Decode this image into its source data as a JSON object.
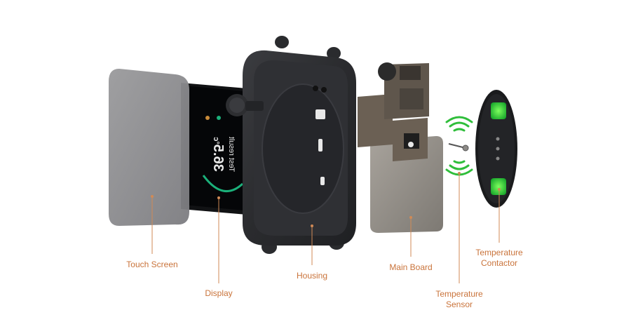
{
  "device": {
    "screen_text": {
      "title": "Test result",
      "value": "36.5",
      "unit": "°c"
    }
  },
  "labels": {
    "touch_screen": "Touch Screen",
    "display": "Display",
    "housing": "Housing",
    "main_board": "Main Board",
    "temperature_sensor": [
      "Temperature",
      "Sensor"
    ],
    "temperature_contactor": [
      "Temperature",
      "Contactor"
    ]
  },
  "colors": {
    "label": "#c9733a",
    "leader": "#d08a56",
    "signal": "#2fbe3b",
    "housing": "#2a2b2e",
    "board": "#8c8780"
  },
  "icons": {
    "signal": "wifi-wave-icon",
    "leader_dot": "leader-dot-icon"
  }
}
